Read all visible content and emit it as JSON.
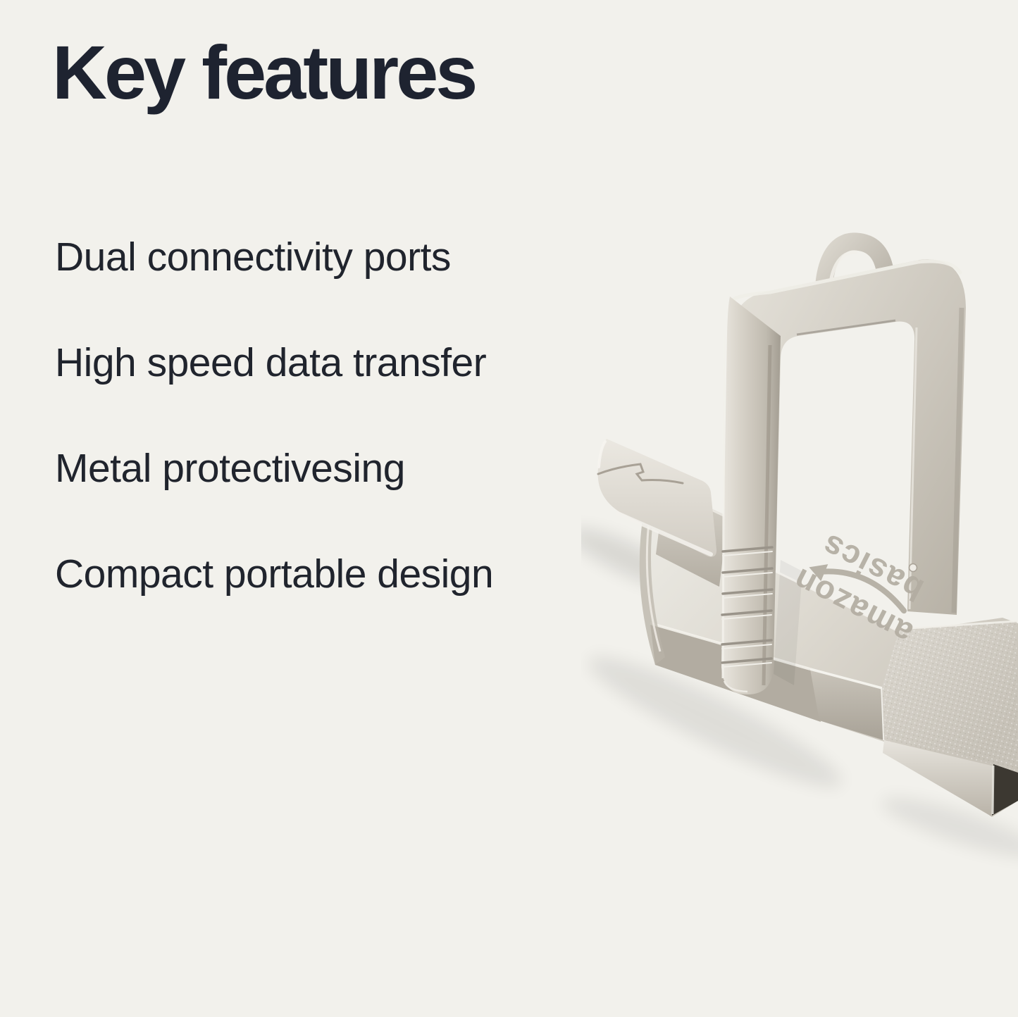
{
  "title": "Key features",
  "features": [
    "Dual connectivity ports",
    "High speed data transfer",
    "Metal protectivesing",
    "Compact portable design"
  ],
  "product": {
    "engraving": {
      "line1": "amazon",
      "line2": "basics"
    },
    "colors": {
      "background": "#f2f1ec",
      "heading_text": "#1e2330",
      "feature_text": "#20242d",
      "metal_light": "#ecebe5",
      "metal_mid": "#cfcac0",
      "metal_dark": "#a29c91",
      "port_opening_dark": "#3c3831"
    }
  }
}
